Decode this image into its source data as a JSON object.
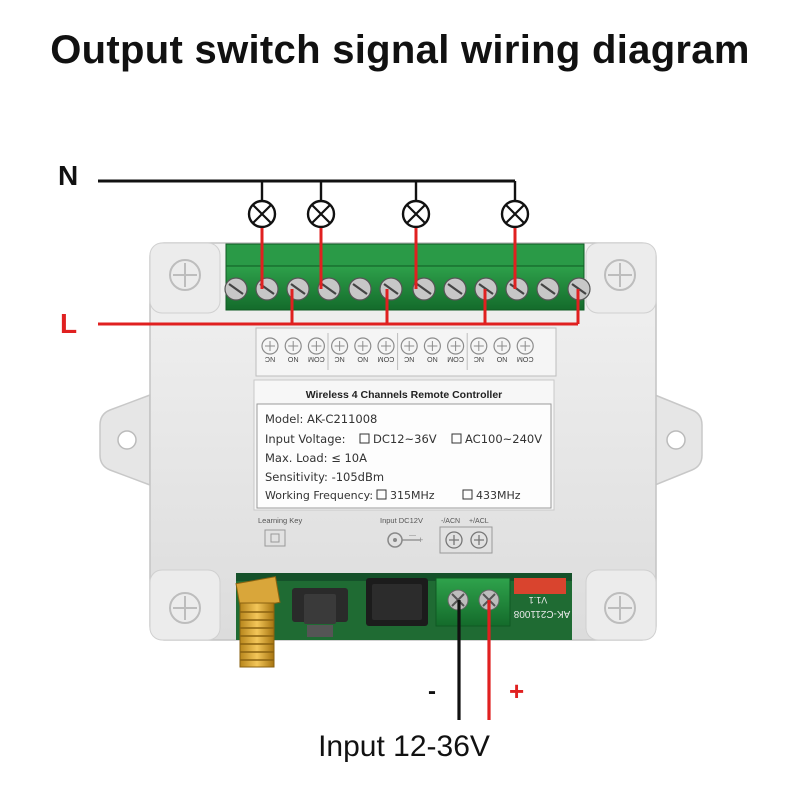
{
  "title": "Output switch signal wiring diagram",
  "wires": {
    "neutral_label": "N",
    "live_label": "L",
    "minus_label": "-",
    "plus_label": "+",
    "input_label": "Input 12-36V"
  },
  "device": {
    "channel_terminals": [
      [
        "NC",
        "NO",
        "COM"
      ],
      [
        "NC",
        "NO",
        "COM"
      ],
      [
        "NC",
        "NO",
        "COM"
      ],
      [
        "NC",
        "NO",
        "COM"
      ]
    ],
    "label_title": "Wireless 4 Channels Remote Controller",
    "specs": {
      "model": "Model:  AK-C211008",
      "input_voltage_prefix": "Input Voltage:",
      "input_voltage_dc": "DC12~36V",
      "input_voltage_ac": "AC100~240V",
      "max_load": "Max. Load:  ≤ 10A",
      "sensitivity": "Sensitivity:  -105dBm",
      "freq_prefix": "Working Frequency:",
      "freq_a": "315MHz",
      "freq_b": "433MHz"
    },
    "learning_key": "Learning Key",
    "input_dc": "Input  DC12V",
    "power_terms": [
      "-/ACN",
      "+/ACL"
    ],
    "pcb_text": "AK-C211008",
    "pcb_ver": "V1.1"
  },
  "colors": {
    "neutral_wire": "#111111",
    "live_wire": "#e02020",
    "terminal_green": "#1f8a3a",
    "case": "#e8e8e8"
  }
}
